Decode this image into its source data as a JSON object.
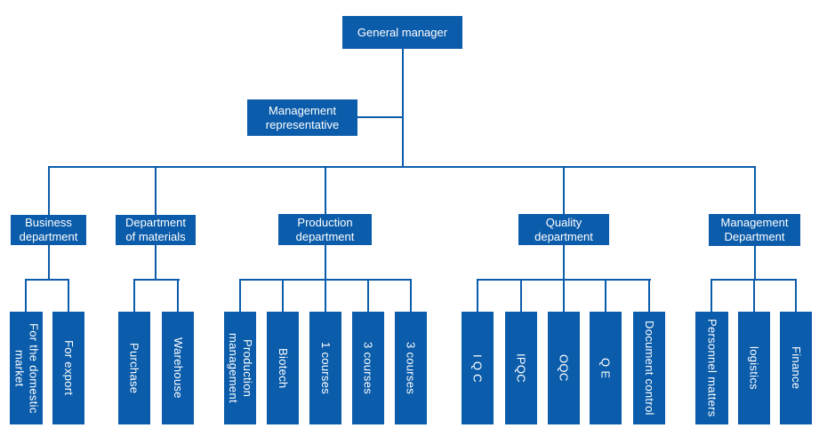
{
  "colors": {
    "box": "#0b5caa",
    "line": "#0b5caa",
    "text": "#ffffff",
    "background": "#ffffff"
  },
  "org": {
    "root": "General manager",
    "staff": "Management\nrepresentative",
    "departments": [
      {
        "label": "Business\ndepartment",
        "children": [
          "For the domestic\nmarket",
          "For export"
        ]
      },
      {
        "label": "Department\nof materials",
        "children": [
          "Purchase",
          "Warehouse"
        ]
      },
      {
        "label": "Production\ndepartment",
        "children": [
          "Production\nmanagement",
          "Biotech",
          "1 courses",
          "3 courses",
          "3 courses"
        ]
      },
      {
        "label": "Quality\ndepartment",
        "children": [
          "I Q C",
          "IPQC",
          "OQC",
          "Q E",
          "Document control"
        ]
      },
      {
        "label": "Management\nDepartment",
        "children": [
          "Personnel matters",
          "logistics",
          "Finance"
        ]
      }
    ]
  }
}
